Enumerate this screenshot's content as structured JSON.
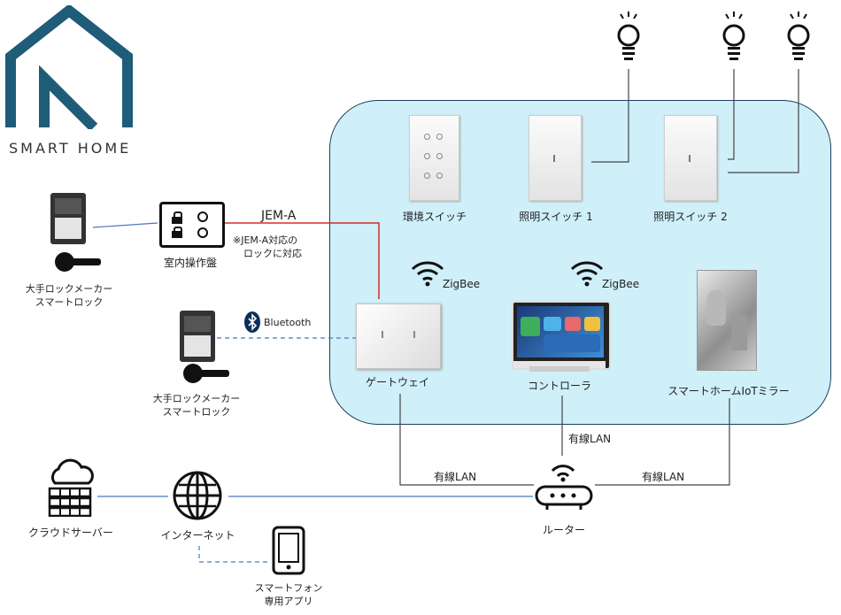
{
  "brand": {
    "name": "SMART HOME",
    "color": "#1f5c78"
  },
  "colors": {
    "hub_panel": "#cfeff9",
    "hub_border": "#1d3f5c",
    "wire": "#444444",
    "lan_blue": "#4a78c2",
    "jem_red": "#d0302a"
  },
  "devices": {
    "env_switch": "環境スイッチ",
    "light_switch_1": "照明スイッチ 1",
    "light_switch_2": "照明スイッチ 2",
    "gateway": "ゲートウェイ",
    "controller": "コントローラ",
    "mirror": "スマートホームIoTミラー",
    "router": "ルーター",
    "indoor_panel": "室内操作盤",
    "internet": "インターネット",
    "cloud_server": "クラウドサーバー",
    "lock_top": [
      "大手ロックメーカー",
      "スマートロック"
    ],
    "lock_mid": [
      "大手ロックメーカー",
      "スマートロック"
    ],
    "smartphone": [
      "スマートフォン",
      "専用アプリ"
    ]
  },
  "links": {
    "jem_a": "JEM-A",
    "jem_note": [
      "※JEM-A対応の",
      "ロックに対応"
    ],
    "bluetooth": "Bluetooth",
    "zigbee": "ZigBee",
    "wired_lan": "有線LAN"
  },
  "icons": [
    "house-logo-icon",
    "light-bulb-icon",
    "wifi-icon",
    "bluetooth-icon",
    "globe-icon",
    "cloud-server-icon",
    "router-icon",
    "smartphone-icon",
    "smart-lock-icon",
    "control-panel-icon"
  ]
}
